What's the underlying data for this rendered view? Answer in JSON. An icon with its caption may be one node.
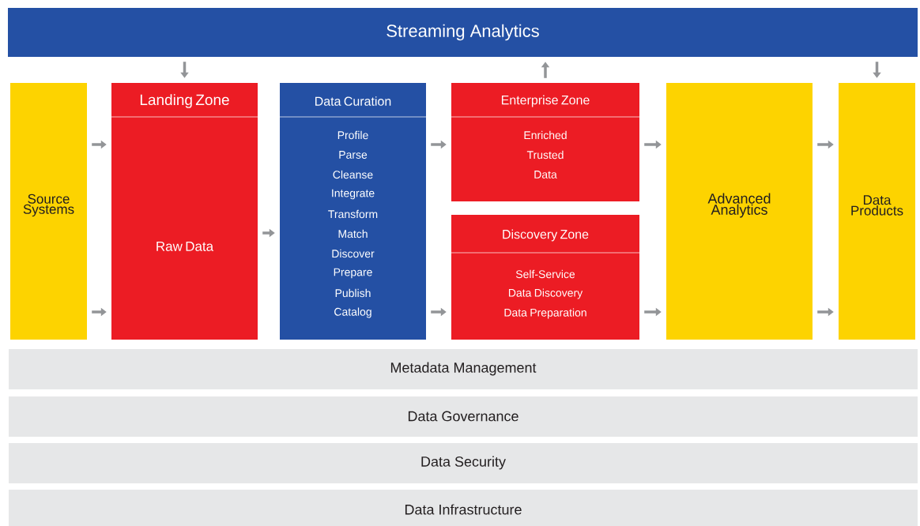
{
  "diagram": {
    "nodes": [
      {
        "text": [
          "Streaming Analytics"
        ]
      },
      {
        "text": [
          "Source Systems"
        ]
      },
      {
        "text": [
          "Landing Zone",
          "Raw Data"
        ]
      },
      {
        "text": [
          "Data Curation",
          "Profile",
          "Parse",
          "Cleanse",
          "Integrate",
          "Transform",
          "Match",
          "Discover",
          "Prepare",
          "Publish",
          "Catalog"
        ]
      },
      {
        "text": [
          "Enterprise Zone",
          "Enriched",
          "Trusted",
          "Data"
        ]
      },
      {
        "text": [
          "Discovery Zone",
          "Self-Service",
          "Data Discovery",
          "Data Preparation"
        ]
      },
      {
        "text": [
          "Advanced Analytics"
        ]
      },
      {
        "text": [
          "Data Products"
        ]
      },
      {
        "text": [
          "Metadata Management"
        ]
      },
      {
        "text": [
          "Data Governance"
        ]
      },
      {
        "text": [
          "Data Security"
        ]
      },
      {
        "text": [
          "Data Infrastructure"
        ]
      }
    ],
    "edges": [
      {
        "from": 0,
        "to": 2,
        "arrow": "to"
      },
      {
        "from": 4,
        "to": 0,
        "arrow": "to"
      },
      {
        "from": 0,
        "to": 7,
        "arrow": "to"
      },
      {
        "from": 1,
        "to": 2,
        "arrow": "to"
      },
      {
        "from": 1,
        "to": 2,
        "arrow": "to"
      },
      {
        "from": 2,
        "to": 3,
        "arrow": "to"
      },
      {
        "from": 3,
        "to": 4,
        "arrow": "to"
      },
      {
        "from": 3,
        "to": 5,
        "arrow": "to"
      },
      {
        "from": 4,
        "to": 6,
        "arrow": "to"
      },
      {
        "from": 5,
        "to": 6,
        "arrow": "to"
      },
      {
        "from": 6,
        "to": 7,
        "arrow": "to"
      },
      {
        "from": 6,
        "to": 7,
        "arrow": "to"
      }
    ]
  }
}
